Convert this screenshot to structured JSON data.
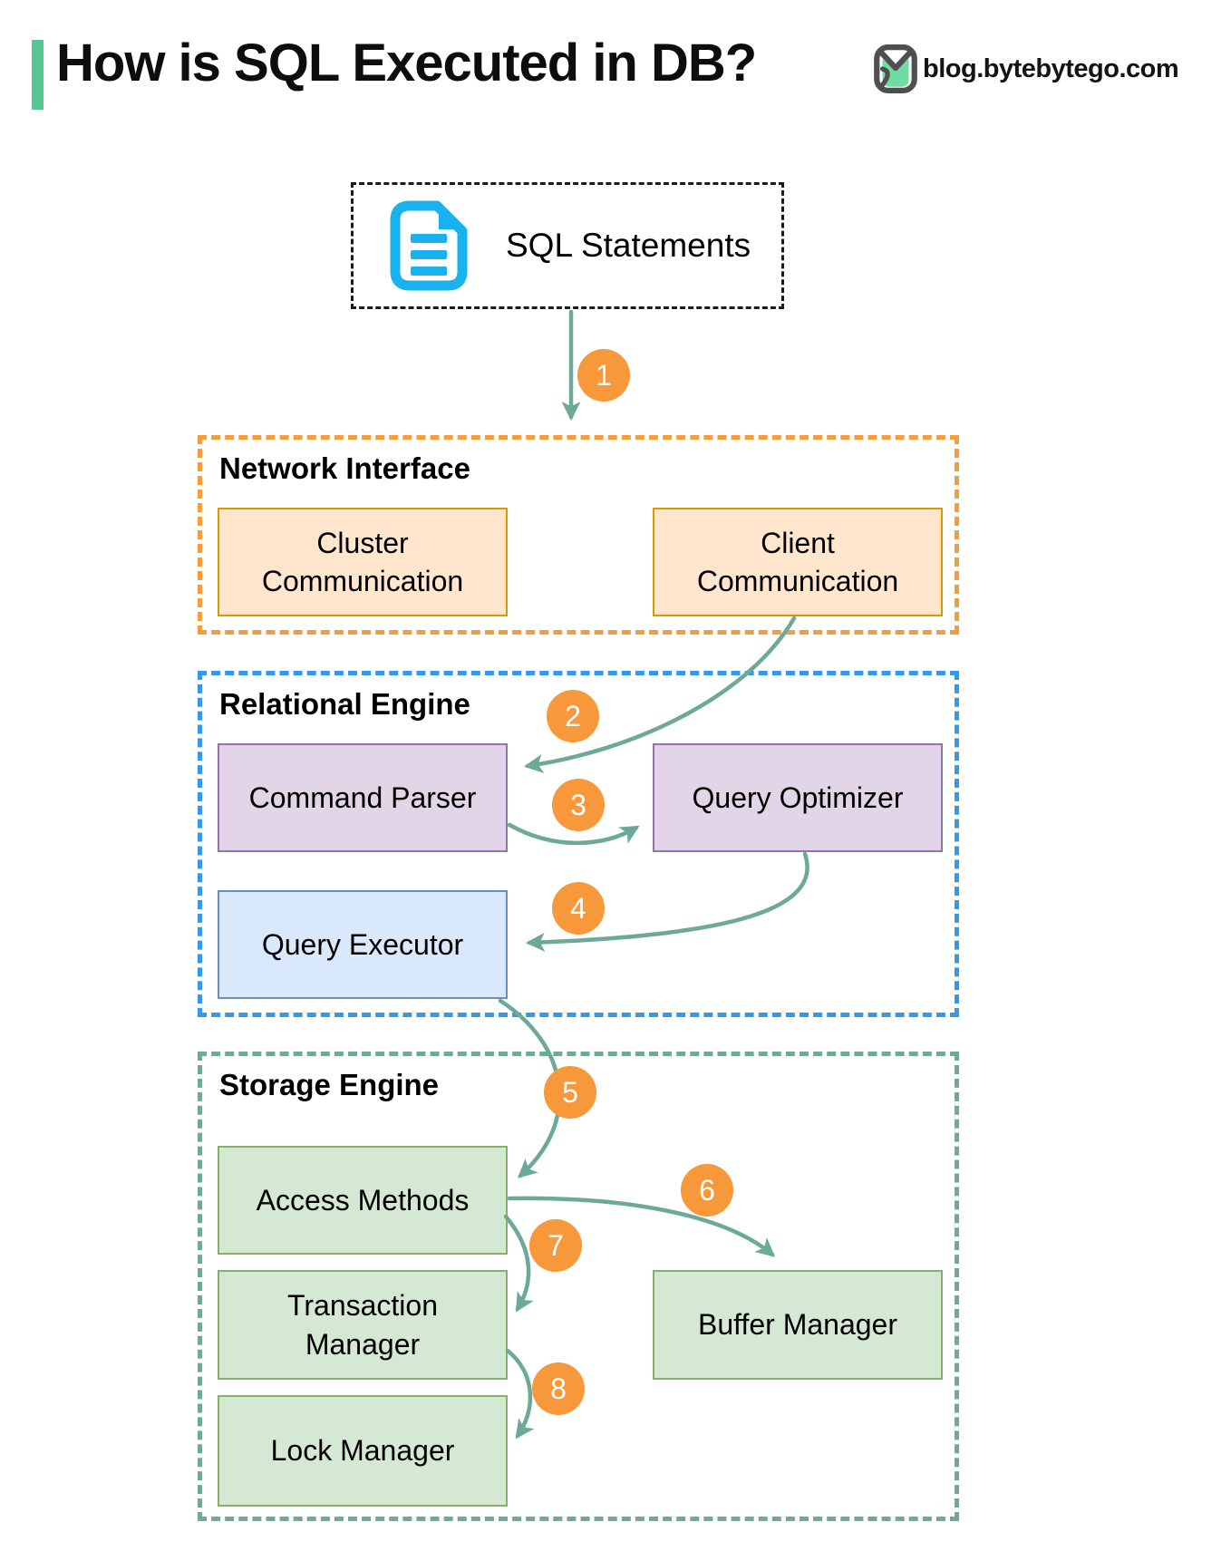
{
  "header": {
    "title": "How is SQL Executed in DB?",
    "site": "blog.bytebytego.com",
    "accent_color": "#57C695",
    "logo_outline_color": "#4F4F4F",
    "logo_fill_color": "#6FDCA4"
  },
  "sql_box": {
    "label": "SQL Statements",
    "icon": "document-icon",
    "icon_color": "#18B2EF",
    "border_color": "#1A1A1A"
  },
  "sections": {
    "network": {
      "label": "Network Interface",
      "border_color": "#F59C3C"
    },
    "relational": {
      "label": "Relational Engine",
      "border_color": "#3498EB"
    },
    "storage": {
      "label": "Storage Engine",
      "border_color": "#73A892"
    }
  },
  "boxes": {
    "cluster_comm": {
      "label": "Cluster Communication",
      "fill": "#FFE6CC",
      "stroke": "#D79B00"
    },
    "client_comm": {
      "label": "Client Communication",
      "fill": "#FFE6CC",
      "stroke": "#D79B00"
    },
    "command_parser": {
      "label": "Command Parser",
      "fill": "#E1D5E7",
      "stroke": "#9673A6"
    },
    "query_optimizer": {
      "label": "Query Optimizer",
      "fill": "#E1D5E7",
      "stroke": "#9673A6"
    },
    "query_executor": {
      "label": "Query Executor",
      "fill": "#DAE8FC",
      "stroke": "#6C8EBF"
    },
    "access_methods": {
      "label": "Access Methods",
      "fill": "#D5E8D4",
      "stroke": "#82B366"
    },
    "transaction_manager": {
      "label": "Transaction Manager",
      "fill": "#D5E8D4",
      "stroke": "#82B366"
    },
    "buffer_manager": {
      "label": "Buffer Manager",
      "fill": "#D5E8D4",
      "stroke": "#82B366"
    },
    "lock_manager": {
      "label": "Lock Manager",
      "fill": "#D5E8D4",
      "stroke": "#82B366"
    }
  },
  "steps": [
    "1",
    "2",
    "3",
    "4",
    "5",
    "6",
    "7",
    "8"
  ],
  "flow": [
    {
      "step": "1",
      "from": "SQL Statements",
      "to": "Network Interface"
    },
    {
      "step": "2",
      "from": "Client Communication",
      "to": "Command Parser"
    },
    {
      "step": "3",
      "from": "Command Parser",
      "to": "Query Optimizer"
    },
    {
      "step": "4",
      "from": "Query Optimizer",
      "to": "Query Executor"
    },
    {
      "step": "5",
      "from": "Query Executor",
      "to": "Access Methods"
    },
    {
      "step": "6",
      "from": "Access Methods",
      "to": "Buffer Manager"
    },
    {
      "step": "7",
      "from": "Access Methods",
      "to": "Transaction Manager"
    },
    {
      "step": "8",
      "from": "Transaction Manager",
      "to": "Lock Manager"
    }
  ],
  "colors": {
    "arrow": "#6CA999",
    "step_bg": "#F7983A",
    "step_text": "#FFFFFF"
  }
}
